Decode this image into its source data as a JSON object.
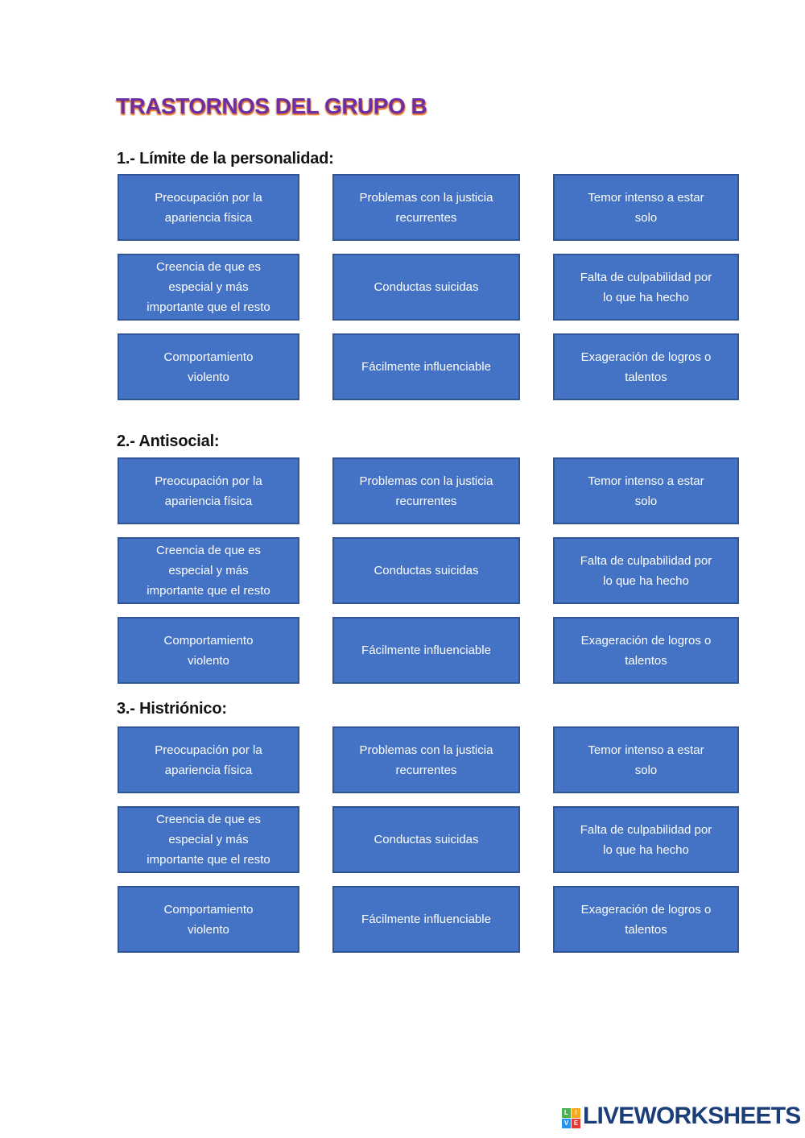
{
  "page": {
    "title": "TRASTORNOS DEL GRUPO B"
  },
  "colors": {
    "box_fill": "#4472C4",
    "box_border": "#2F5597",
    "box_text": "#FFFFFF",
    "title_purple": "#6B2FA3",
    "title_shadow_orange": "#E8762C",
    "heading_black": "#141414",
    "logo_text_navy": "#1C3E78",
    "logo_square_green": "#4CAF50",
    "logo_square_yellow": "#F9A825",
    "logo_square_blue": "#2196F3",
    "logo_square_red": "#E53935"
  },
  "sections": [
    {
      "heading": "1.- Límite de la personalidad:",
      "boxes": [
        "Preocupación por la\napariencia física",
        "Problemas con la justicia\nrecurrentes",
        "Temor intenso a estar\nsolo",
        "Creencia de que es\nespecial y más\nimportante que el resto",
        "Conductas suicidas",
        "Falta de culpabilidad por\nlo que ha hecho",
        "Comportamiento\nviolento",
        "Fácilmente influenciable",
        "Exageración de logros o\ntalentos"
      ]
    },
    {
      "heading": "2.- Antisocial:",
      "boxes": [
        "Preocupación por la\napariencia física",
        "Problemas con la justicia\nrecurrentes",
        "Temor intenso a estar\nsolo",
        "Creencia de que es\nespecial y más\nimportante que el resto",
        "Conductas suicidas",
        "Falta de culpabilidad por\nlo que ha hecho",
        "Comportamiento\nviolento",
        "Fácilmente influenciable",
        "Exageración de logros o\ntalentos"
      ]
    },
    {
      "heading": "3.- Histriónico:",
      "boxes": [
        "Preocupación por la\napariencia física",
        "Problemas con la justicia\nrecurrentes",
        "Temor intenso a estar\nsolo",
        "Creencia de que es\nespecial y más\nimportante que el resto",
        "Conductas suicidas",
        "Falta de culpabilidad por\nlo que ha hecho",
        "Comportamiento\nviolento",
        "Fácilmente influenciable",
        "Exageración de logros o\ntalentos"
      ]
    }
  ],
  "footer": {
    "logo_text": "LIVEWORKSHEETS",
    "logo_squares": [
      "L",
      "I",
      "V",
      "E"
    ]
  }
}
